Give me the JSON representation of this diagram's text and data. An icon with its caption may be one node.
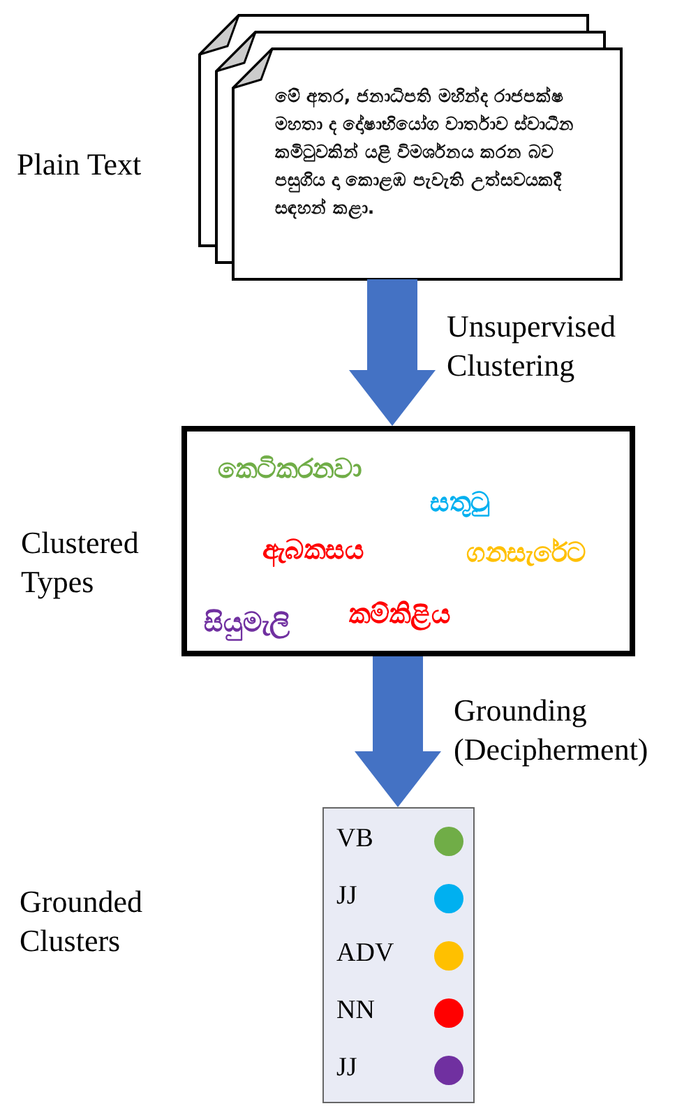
{
  "diagram": {
    "nodes": [
      {
        "text": [
          "මේ අතර, ජනාධිපති මහින්ද රාජපක්ෂ මහතා ද දෝෂාභියෝග වාර්තාව ස්වාධීන කමිටුවකින් යළි විමර්ශනය කරන බව පසුගිය දා කොළඹ පැවැති උත්සවයකදී සඳහන් කළා."
        ]
      },
      {
        "text": [
          "කෙටිකරනවා",
          "සතුටු",
          "ඇබකසය",
          "ගනසැරේට",
          "සියුමැලි",
          "කම්කිළිය"
        ]
      },
      {
        "text": [
          "VB",
          "JJ",
          "ADV",
          "NN",
          "JJ"
        ]
      }
    ],
    "edges": [
      {
        "from": 0,
        "to": 1,
        "arrow": "to",
        "label": "Unsupervised Clustering"
      },
      {
        "from": 1,
        "to": 2,
        "arrow": "to",
        "label": "Grounding (Decipherment)"
      }
    ],
    "labels": [
      "Plain Text",
      "Clustered Types",
      "Grounded Clusters"
    ]
  }
}
